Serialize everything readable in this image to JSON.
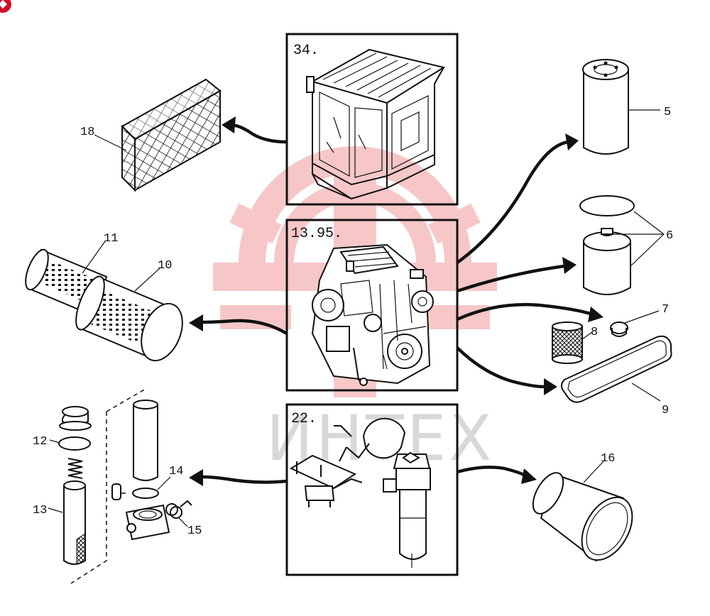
{
  "brand": {
    "watermark_text": "ИНТЕХ",
    "logo_color": "#f29a9a",
    "badge_color": "#d0102a"
  },
  "sections": [
    {
      "id": "cab",
      "label": "34."
    },
    {
      "id": "engine",
      "label": "13.95."
    },
    {
      "id": "hydraulics",
      "label": "22."
    }
  ],
  "callouts": [
    "5",
    "6",
    "7",
    "8",
    "9",
    "10",
    "11",
    "12",
    "13",
    "14",
    "15",
    "16",
    "18"
  ]
}
